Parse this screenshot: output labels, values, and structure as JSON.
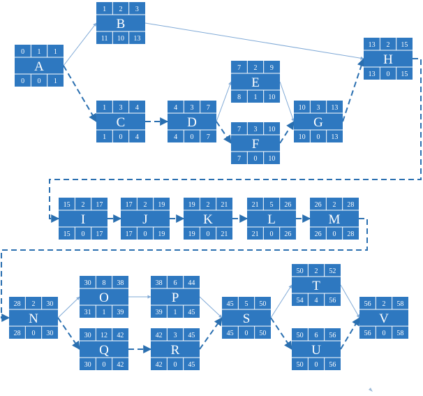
{
  "colors": {
    "node_fill": "#2e78c0",
    "node_line": "#ffffff",
    "arrow_critical": "#2a6fb0",
    "arrow_normal": "#7fa9d6"
  },
  "nodes": [
    {
      "id": "A",
      "top": [
        "0",
        "1",
        "1"
      ],
      "bottom": [
        "0",
        "0",
        "1"
      ]
    },
    {
      "id": "B",
      "top": [
        "1",
        "2",
        "3"
      ],
      "bottom": [
        "11",
        "10",
        "13"
      ]
    },
    {
      "id": "C",
      "top": [
        "1",
        "3",
        "4"
      ],
      "bottom": [
        "1",
        "0",
        "4"
      ]
    },
    {
      "id": "D",
      "top": [
        "4",
        "3",
        "7"
      ],
      "bottom": [
        "4",
        "0",
        "7"
      ]
    },
    {
      "id": "E",
      "top": [
        "7",
        "2",
        "9"
      ],
      "bottom": [
        "8",
        "1",
        "10"
      ]
    },
    {
      "id": "F",
      "top": [
        "7",
        "3",
        "10"
      ],
      "bottom": [
        "7",
        "0",
        "10"
      ]
    },
    {
      "id": "G",
      "top": [
        "10",
        "3",
        "13"
      ],
      "bottom": [
        "10",
        "0",
        "13"
      ]
    },
    {
      "id": "H",
      "top": [
        "13",
        "2",
        "15"
      ],
      "bottom": [
        "13",
        "0",
        "15"
      ]
    },
    {
      "id": "I",
      "top": [
        "15",
        "2",
        "17"
      ],
      "bottom": [
        "15",
        "0",
        "17"
      ]
    },
    {
      "id": "J",
      "top": [
        "17",
        "2",
        "19"
      ],
      "bottom": [
        "17",
        "0",
        "19"
      ]
    },
    {
      "id": "K",
      "top": [
        "19",
        "2",
        "21"
      ],
      "bottom": [
        "19",
        "0",
        "21"
      ]
    },
    {
      "id": "L",
      "top": [
        "21",
        "5",
        "26"
      ],
      "bottom": [
        "21",
        "0",
        "26"
      ]
    },
    {
      "id": "M",
      "top": [
        "26",
        "2",
        "28"
      ],
      "bottom": [
        "26",
        "0",
        "28"
      ]
    },
    {
      "id": "N",
      "top": [
        "28",
        "2",
        "30"
      ],
      "bottom": [
        "28",
        "0",
        "30"
      ]
    },
    {
      "id": "O",
      "top": [
        "30",
        "8",
        "38"
      ],
      "bottom": [
        "31",
        "1",
        "39"
      ]
    },
    {
      "id": "P",
      "top": [
        "38",
        "6",
        "44"
      ],
      "bottom": [
        "39",
        "1",
        "45"
      ]
    },
    {
      "id": "Q",
      "top": [
        "30",
        "12",
        "42"
      ],
      "bottom": [
        "30",
        "0",
        "42"
      ]
    },
    {
      "id": "R",
      "top": [
        "42",
        "3",
        "45"
      ],
      "bottom": [
        "42",
        "0",
        "45"
      ]
    },
    {
      "id": "S",
      "top": [
        "45",
        "5",
        "50"
      ],
      "bottom": [
        "45",
        "0",
        "50"
      ]
    },
    {
      "id": "T",
      "top": [
        "50",
        "2",
        "52"
      ],
      "bottom": [
        "54",
        "4",
        "56"
      ]
    },
    {
      "id": "U",
      "top": [
        "50",
        "6",
        "56"
      ],
      "bottom": [
        "50",
        "0",
        "56"
      ]
    },
    {
      "id": "V",
      "top": [
        "56",
        "2",
        "58"
      ],
      "bottom": [
        "56",
        "0",
        "58"
      ]
    }
  ],
  "edges": [
    {
      "from": "A",
      "to": "B",
      "critical": false
    },
    {
      "from": "A",
      "to": "C",
      "critical": true
    },
    {
      "from": "B",
      "to": "H",
      "critical": false
    },
    {
      "from": "C",
      "to": "D",
      "critical": true
    },
    {
      "from": "D",
      "to": "E",
      "critical": false
    },
    {
      "from": "D",
      "to": "F",
      "critical": true
    },
    {
      "from": "E",
      "to": "G",
      "critical": false
    },
    {
      "from": "F",
      "to": "G",
      "critical": true
    },
    {
      "from": "G",
      "to": "H",
      "critical": true
    },
    {
      "from": "H",
      "to": "I",
      "critical": true
    },
    {
      "from": "I",
      "to": "J",
      "critical": true
    },
    {
      "from": "J",
      "to": "K",
      "critical": true
    },
    {
      "from": "K",
      "to": "L",
      "critical": true
    },
    {
      "from": "L",
      "to": "M",
      "critical": true
    },
    {
      "from": "M",
      "to": "N",
      "critical": true
    },
    {
      "from": "N",
      "to": "O",
      "critical": false
    },
    {
      "from": "N",
      "to": "Q",
      "critical": true
    },
    {
      "from": "O",
      "to": "P",
      "critical": false
    },
    {
      "from": "P",
      "to": "S",
      "critical": false
    },
    {
      "from": "Q",
      "to": "R",
      "critical": true
    },
    {
      "from": "R",
      "to": "S",
      "critical": true
    },
    {
      "from": "S",
      "to": "T",
      "critical": false
    },
    {
      "from": "S",
      "to": "U",
      "critical": true
    },
    {
      "from": "T",
      "to": "V",
      "critical": false
    },
    {
      "from": "U",
      "to": "V",
      "critical": true
    }
  ]
}
